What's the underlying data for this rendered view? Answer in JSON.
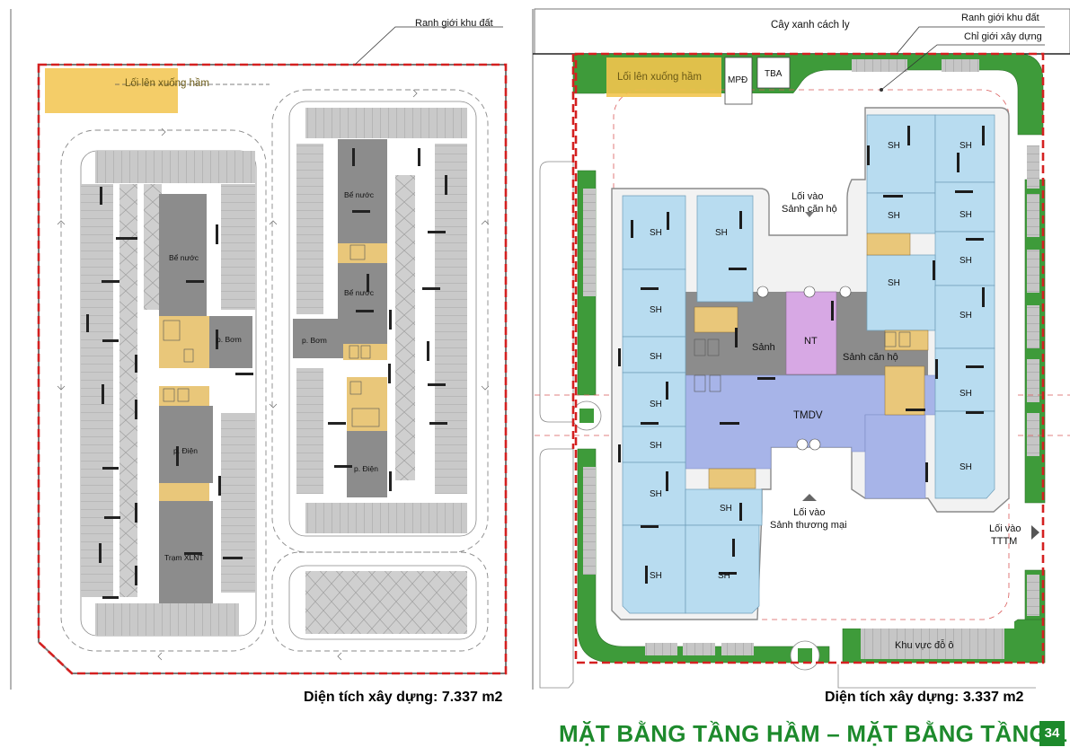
{
  "basement": {
    "boundary_label": "Ranh giới khu đất",
    "ramp_label": "Lối lên xuống hầm",
    "rooms": {
      "water_tank_1": "Bể nước",
      "water_tank_2": "Bể nước",
      "water_tank_3": "Bể nước",
      "pump_1": "p. Bơm",
      "pump_2": "p. Bơm",
      "electric_1": "p. Điện",
      "electric_2": "p. Điện",
      "wastewater": "Trạm XLNT"
    },
    "area_text": "Diện tích xây dựng: 7.337 m2"
  },
  "ground": {
    "buffer_green_label": "Cây xanh cách ly",
    "boundary_label": "Ranh giới khu đất",
    "setback_label": "Chỉ giới xây dựng",
    "ramp_label": "Lối lên xuống hầm",
    "mpd_label": "MPĐ",
    "tba_label": "TBA",
    "shop_label": "SH",
    "lobby_label": "Sảnh",
    "nt_label": "NT",
    "apartment_lobby_label": "Sảnh căn hộ",
    "tmdv_label": "TMDV",
    "entry_apartment_line1": "Lối vào",
    "entry_apartment_line2": "Sảnh căn hộ",
    "entry_commercial_line1": "Lối vào",
    "entry_commercial_line2": "Sảnh thương mại",
    "entry_ttm_line1": "Lối vào",
    "entry_ttm_line2": "TTTM",
    "parking_label": "Khu vực đỗ ô",
    "area_text": "Diện tích xây dựng: 3.337 m2"
  },
  "footer": {
    "title": "MẶT BẰNG TẦNG HẦM – MẶT BẰNG TẦNG 1",
    "page_number": "34"
  },
  "colors": {
    "boundary": "#d42020",
    "shop": "#b8dcf0",
    "commercial": "#a7b4e8",
    "nt": "#d7a8e4",
    "core": "#8c8c8c",
    "green": "#3e9b3a",
    "ramp": "#f2c44e",
    "title": "#1d8a2c"
  }
}
